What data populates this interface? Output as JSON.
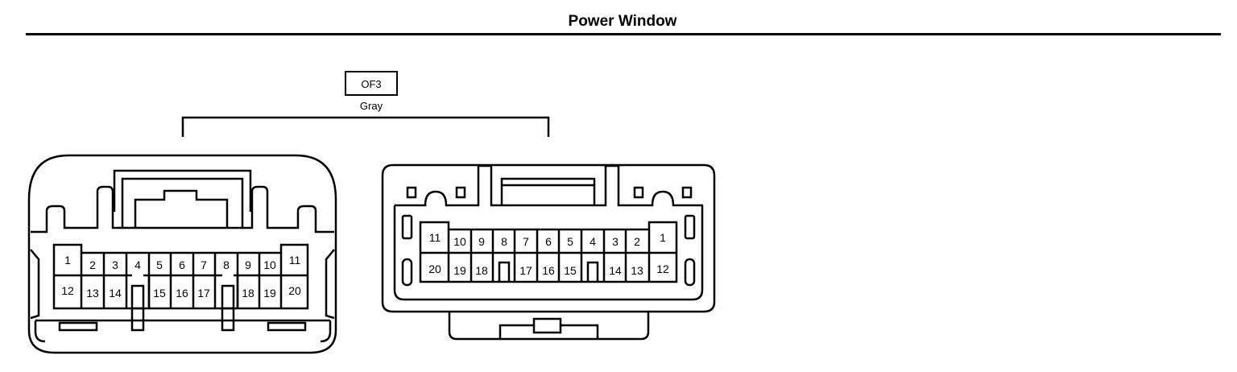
{
  "title": "Power Window",
  "connector": {
    "code": "OF3",
    "color": "Gray"
  },
  "female": {
    "top_row": [
      "1",
      "2",
      "3",
      "4",
      "5",
      "6",
      "7",
      "8",
      "9",
      "10",
      "11"
    ],
    "bottom_row": [
      "12",
      "13",
      "14",
      "15",
      "16",
      "17",
      "18",
      "19",
      "20"
    ]
  },
  "male": {
    "top_row": [
      "11",
      "10",
      "9",
      "8",
      "7",
      "6",
      "5",
      "4",
      "3",
      "2",
      "1"
    ],
    "bottom_row": [
      "20",
      "19",
      "18",
      "17",
      "16",
      "15",
      "14",
      "13",
      "12"
    ]
  }
}
